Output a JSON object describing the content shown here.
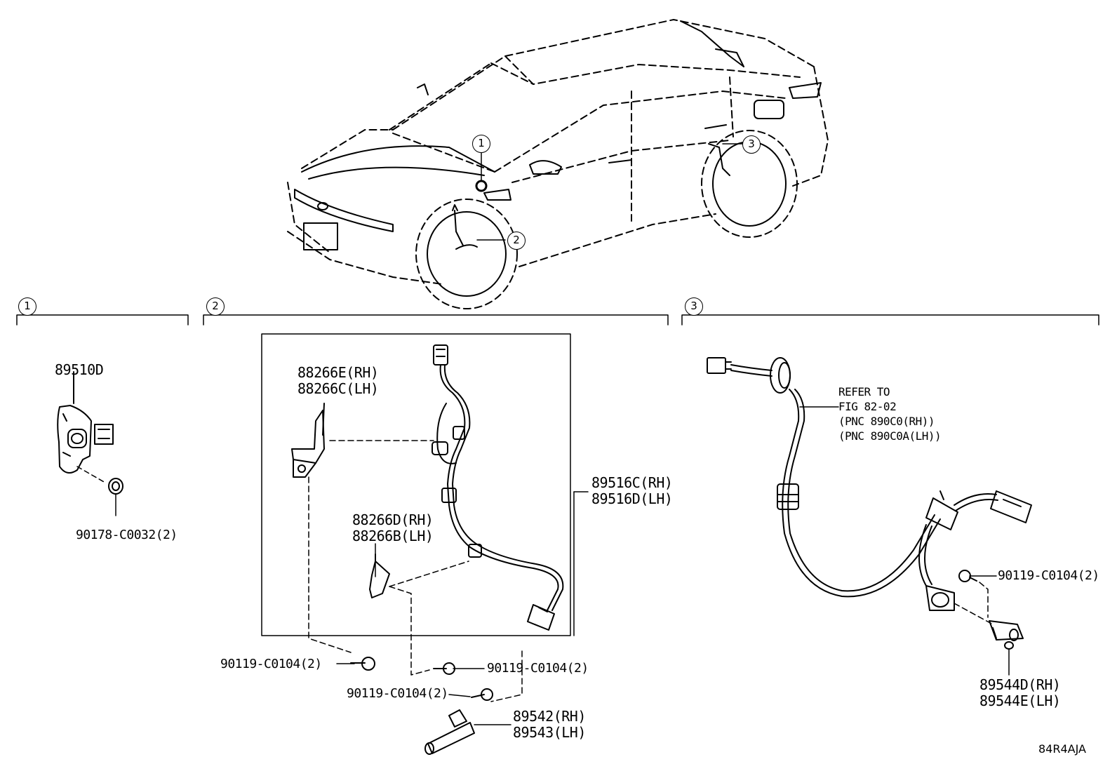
{
  "callouts": {
    "c1": "1",
    "c2": "2",
    "c3": "3"
  },
  "sections": {
    "s1": {
      "number": "1",
      "parts": {
        "sensor": "89510D",
        "clip": "90178-C0032(2)"
      }
    },
    "s2": {
      "number": "2",
      "parts": {
        "bracket_upper_rh": "88266E(RH)",
        "bracket_upper_lh": "88266C(LH)",
        "bracket_lower_rh": "88266D(RH)",
        "bracket_lower_lh": "88266B(LH)",
        "wire_rh": "89516C(RH)",
        "wire_lh": "89516D(LH)",
        "bolt_a": "90119-C0104(2)",
        "bolt_b": "90119-C0104(2)",
        "bolt_c": "90119-C0104(2)",
        "sensor_rh": "89542(RH)",
        "sensor_lh": "89543(LH)"
      }
    },
    "s3": {
      "number": "3",
      "refer": [
        "REFER TO",
        "FIG 82-02",
        "(PNC 890C0(RH))",
        "(PNC 890C0A(LH))"
      ],
      "parts": {
        "bolt": "90119-C0104(2)",
        "sensor_rh": "89544D(RH)",
        "sensor_lh": "89544E(LH)"
      }
    }
  },
  "figure_code": "84R4AJA"
}
